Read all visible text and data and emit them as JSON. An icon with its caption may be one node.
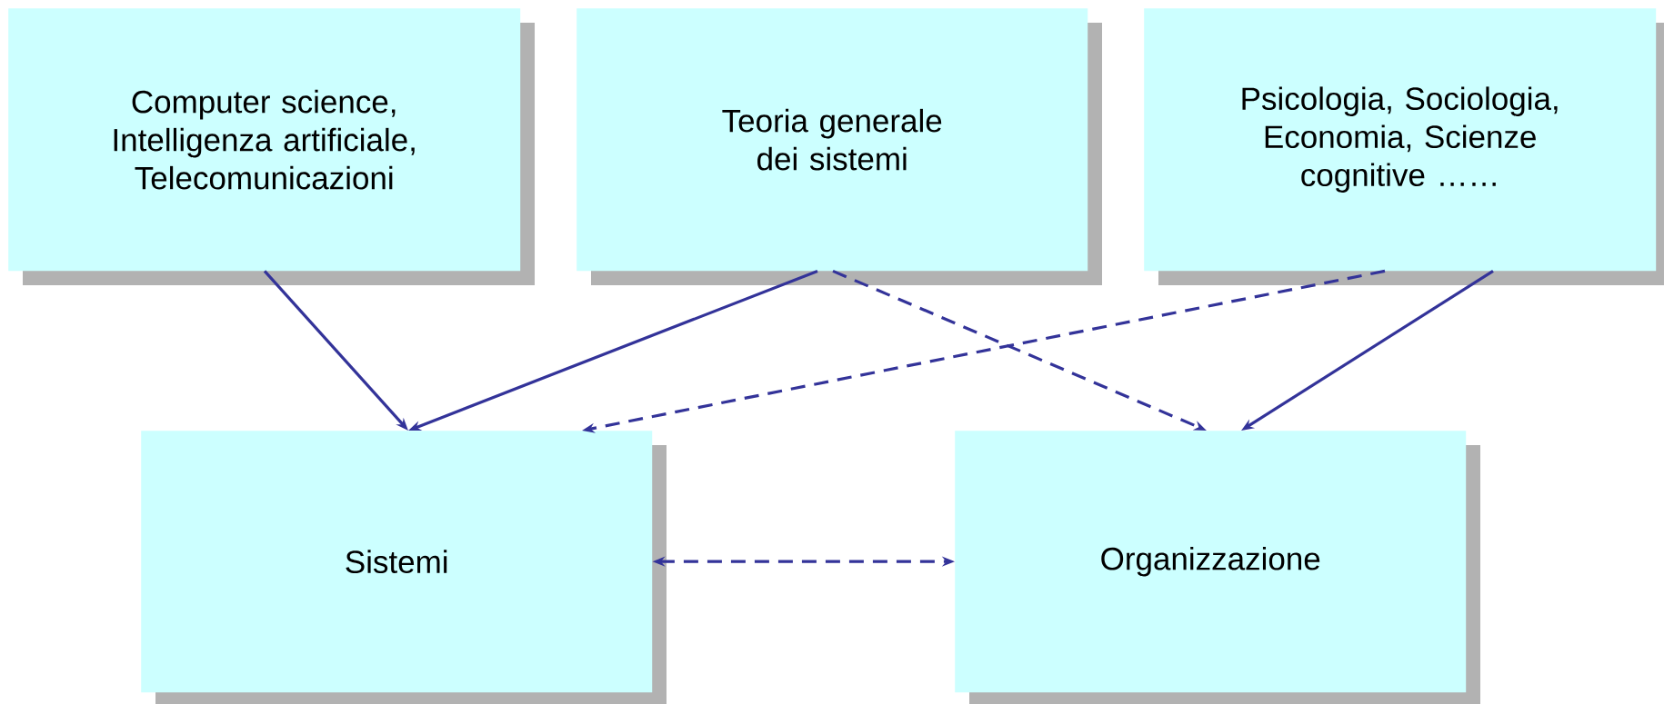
{
  "diagram": {
    "nodes": [
      {
        "text": [
          "Computer science, Intelligenza artificiale, Telecomunicazioni"
        ]
      },
      {
        "text": [
          "Teoria generale dei sistemi"
        ]
      },
      {
        "text": [
          "Psicologia, Sociologia, Economia, Scienze cognitive ……"
        ]
      },
      {
        "text": [
          "Sistemi"
        ]
      },
      {
        "text": [
          "Organizzazione"
        ]
      }
    ],
    "edges": [
      {
        "from": 0,
        "to": 3,
        "arrow": "to"
      },
      {
        "from": 1,
        "to": 3,
        "arrow": "to"
      },
      {
        "from": 1,
        "to": 4,
        "arrow": "to",
        "style": "dashed"
      },
      {
        "from": 2,
        "to": 3,
        "arrow": "to",
        "style": "dashed"
      },
      {
        "from": 2,
        "to": 4,
        "arrow": "to"
      },
      {
        "from": 3,
        "to": 4,
        "arrow": "both",
        "style": "dashed"
      }
    ]
  }
}
